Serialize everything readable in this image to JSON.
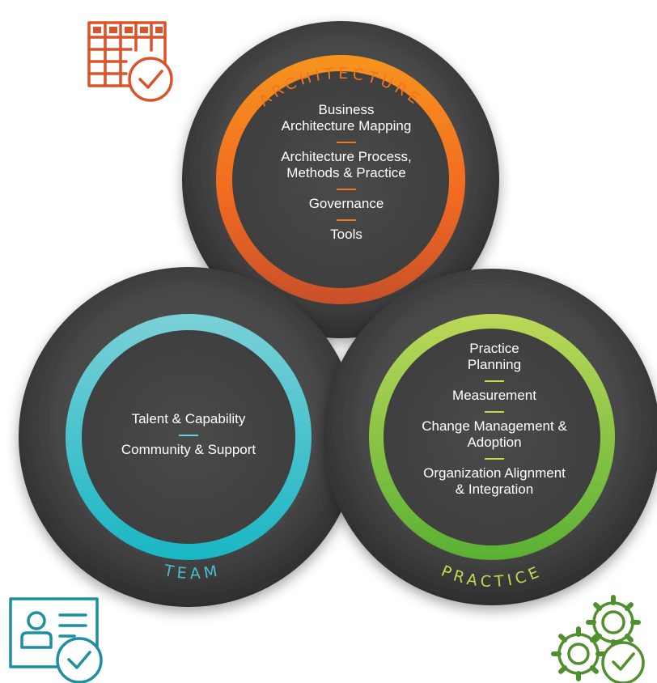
{
  "colors": {
    "architecture": "#ee7623",
    "team": "#46bfc9",
    "practice": "#8cc63f",
    "practice_label": "#c6d84a",
    "dark_disk": "#4b4b4b",
    "divider_team": "#5fd3e0",
    "icon_orange": "#d9542b",
    "icon_teal": "#1e8fa0",
    "icon_green": "#4f8f2e"
  },
  "architecture": {
    "label": "ARCHITECTURE",
    "items": [
      {
        "lines": [
          "Business",
          "Architecture Mapping"
        ]
      },
      {
        "lines": [
          "Architecture Process,",
          "Methods & Practice"
        ]
      },
      {
        "lines": [
          "Governance"
        ]
      },
      {
        "lines": [
          "Tools"
        ]
      }
    ],
    "icon": "spreadsheet-check-icon"
  },
  "team": {
    "label": "TEAM",
    "items": [
      {
        "lines": [
          "Talent & Capability"
        ]
      },
      {
        "lines": [
          "Community & Support"
        ]
      }
    ],
    "icon": "id-card-check-icon"
  },
  "practice": {
    "label": "PRACTICE",
    "items": [
      {
        "lines": [
          "Practice",
          "Planning"
        ]
      },
      {
        "lines": [
          "Measurement"
        ]
      },
      {
        "lines": [
          "Change Management &",
          "Adoption"
        ]
      },
      {
        "lines": [
          "Organization Alignment",
          "& Integration"
        ]
      }
    ],
    "icon": "gears-check-icon"
  }
}
